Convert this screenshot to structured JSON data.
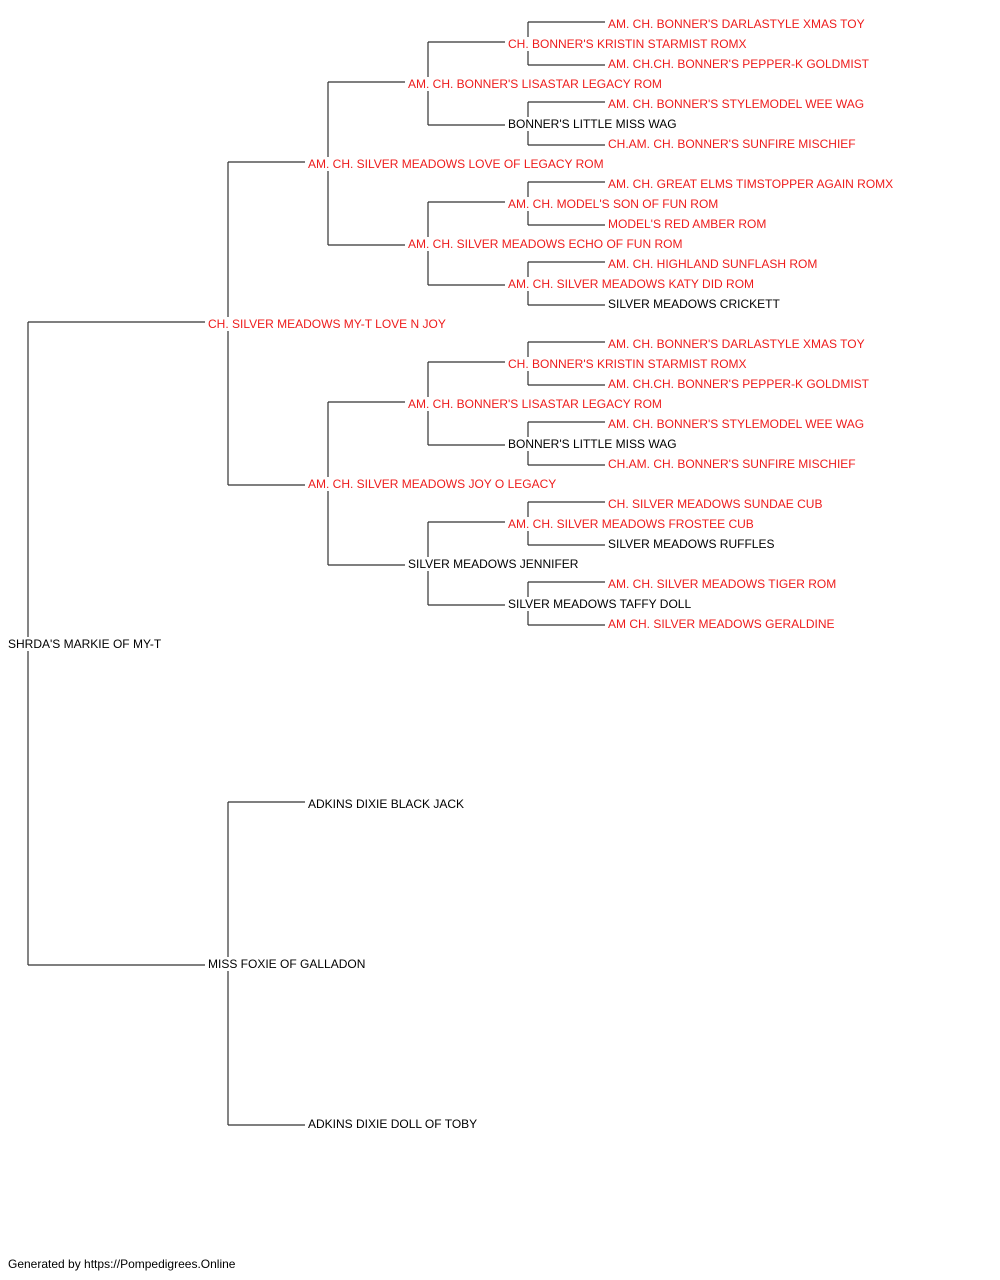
{
  "colors": {
    "champion": "#ee1c1c",
    "regular": "#000000",
    "connector": "#333333"
  },
  "pedigree": {
    "subject": {
      "name": "SHRDA'S MARKIE OF MY-T",
      "titled": false
    },
    "sire": {
      "name": "CH. SILVER MEADOWS MY-T LOVE N JOY",
      "titled": true
    },
    "dam": {
      "name": "MISS FOXIE OF GALLADON",
      "titled": false
    },
    "gen3": [
      {
        "name": "AM. CH. SILVER MEADOWS LOVE OF LEGACY ROM",
        "titled": true
      },
      {
        "name": "AM. CH. SILVER MEADOWS JOY O LEGACY",
        "titled": true
      },
      {
        "name": "ADKINS DIXIE BLACK JACK",
        "titled": false
      },
      {
        "name": "ADKINS DIXIE DOLL OF TOBY",
        "titled": false
      }
    ],
    "gen4": [
      {
        "name": "AM. CH. BONNER'S LISASTAR LEGACY ROM",
        "titled": true
      },
      {
        "name": "AM. CH. SILVER MEADOWS ECHO OF FUN ROM",
        "titled": true
      },
      {
        "name": "AM. CH. BONNER'S LISASTAR LEGACY ROM",
        "titled": true
      },
      {
        "name": "SILVER MEADOWS JENNIFER",
        "titled": false
      }
    ],
    "gen5": [
      {
        "name": "CH. BONNER'S KRISTIN STARMIST ROMX",
        "titled": true
      },
      {
        "name": "BONNER'S LITTLE MISS WAG",
        "titled": false
      },
      {
        "name": "AM. CH. MODEL'S SON OF FUN ROM",
        "titled": true
      },
      {
        "name": "AM. CH. SILVER MEADOWS KATY DID ROM",
        "titled": true
      },
      {
        "name": "CH. BONNER'S KRISTIN STARMIST ROMX",
        "titled": true
      },
      {
        "name": "BONNER'S LITTLE MISS WAG",
        "titled": false
      },
      {
        "name": "AM. CH. SILVER MEADOWS FROSTEE CUB",
        "titled": true
      },
      {
        "name": "SILVER MEADOWS TAFFY DOLL",
        "titled": false
      }
    ],
    "gen6": [
      {
        "name": "AM. CH. BONNER'S DARLASTYLE XMAS TOY",
        "titled": true
      },
      {
        "name": "AM. CH.CH. BONNER'S PEPPER-K GOLDMIST",
        "titled": true
      },
      {
        "name": "AM. CH. BONNER'S STYLEMODEL WEE WAG",
        "titled": true
      },
      {
        "name": "CH.AM. CH. BONNER'S SUNFIRE MISCHIEF",
        "titled": true
      },
      {
        "name": "AM. CH. GREAT ELMS TIMSTOPPER AGAIN ROMX",
        "titled": true
      },
      {
        "name": "MODEL'S RED AMBER ROM",
        "titled": true
      },
      {
        "name": "AM. CH. HIGHLAND SUNFLASH ROM",
        "titled": true
      },
      {
        "name": "SILVER MEADOWS CRICKETT",
        "titled": false
      },
      {
        "name": "AM. CH. BONNER'S DARLASTYLE XMAS TOY",
        "titled": true
      },
      {
        "name": "AM. CH.CH. BONNER'S PEPPER-K GOLDMIST",
        "titled": true
      },
      {
        "name": "AM. CH. BONNER'S STYLEMODEL WEE WAG",
        "titled": true
      },
      {
        "name": "CH.AM. CH. BONNER'S SUNFIRE MISCHIEF",
        "titled": true
      },
      {
        "name": "CH. SILVER MEADOWS SUNDAE CUB",
        "titled": true
      },
      {
        "name": "SILVER MEADOWS RUFFLES",
        "titled": false
      },
      {
        "name": "AM. CH. SILVER MEADOWS TIGER ROM",
        "titled": true
      },
      {
        "name": "AM CH. SILVER MEADOWS GERALDINE",
        "titled": true
      }
    ]
  },
  "footer": {
    "text": "Generated by https://Pompedigrees.Online"
  }
}
